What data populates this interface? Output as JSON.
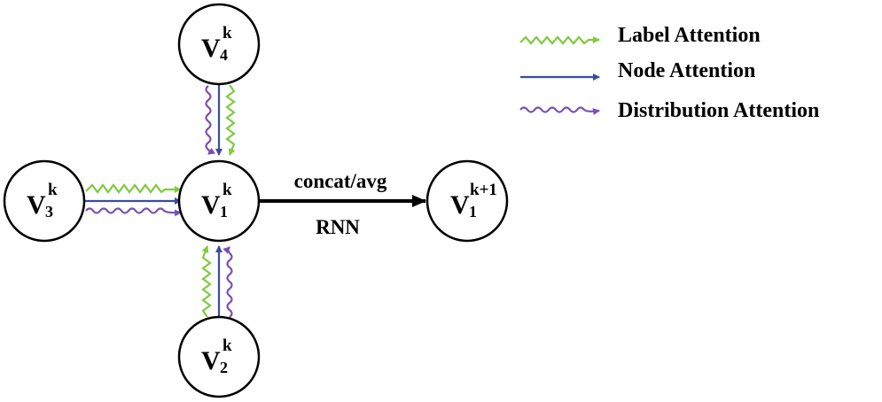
{
  "colors": {
    "label_attention": "#7fcb3e",
    "node_attention": "#3b4ba6",
    "distribution_attention": "#7b4fae",
    "main_arrow": "#000000",
    "node_stroke": "#000000"
  },
  "nodes": {
    "v1k": {
      "base": "V",
      "sub": "1",
      "sup": "k"
    },
    "v2k": {
      "base": "V",
      "sub": "2",
      "sup": "k"
    },
    "v3k": {
      "base": "V",
      "sub": "3",
      "sup": "k"
    },
    "v4k": {
      "base": "V",
      "sub": "4",
      "sup": "k"
    },
    "v1k1": {
      "base": "V",
      "sub": "1",
      "sup": "k+1"
    }
  },
  "update_arrow": {
    "label_top": "concat/avg",
    "label_bottom": "RNN"
  },
  "legend": {
    "label_attention": "Label Attention",
    "node_attention": "Node Attention",
    "distribution_attention": "Distribution Attention"
  }
}
